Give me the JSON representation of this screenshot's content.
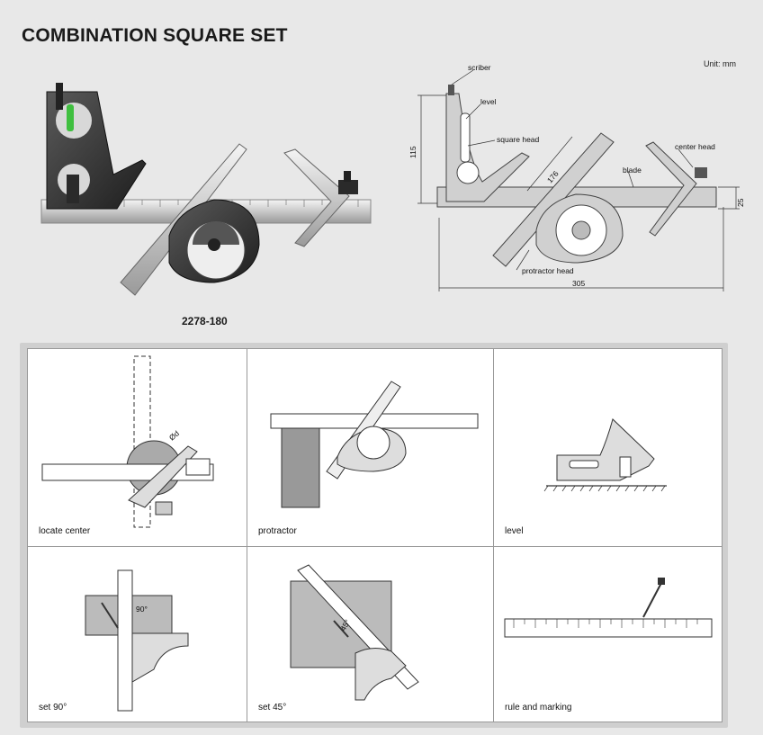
{
  "page": {
    "title": "COMBINATION SQUARE SET",
    "model": "2278-180",
    "unit_label": "Unit: mm"
  },
  "drawing": {
    "labels": {
      "scriber": "scriber",
      "level": "level",
      "square_head": "square head",
      "center_head": "center head",
      "blade": "blade",
      "protractor_head": "protractor head"
    },
    "dimensions": {
      "height": "115",
      "blade_len": "176",
      "width": "25",
      "length": "305"
    }
  },
  "uses": [
    {
      "label": "locate center",
      "annotation": "Ød"
    },
    {
      "label": "protractor"
    },
    {
      "label": "level"
    },
    {
      "label": "set 90°",
      "annotation": "90°"
    },
    {
      "label": "set 45°",
      "annotation": "45°"
    },
    {
      "label": "rule and marking"
    }
  ],
  "colors": {
    "background": "#e8e8e8",
    "panel_border": "#cfcfcf",
    "level_vial": "#3fbf3f",
    "text": "#1a1a1a"
  }
}
